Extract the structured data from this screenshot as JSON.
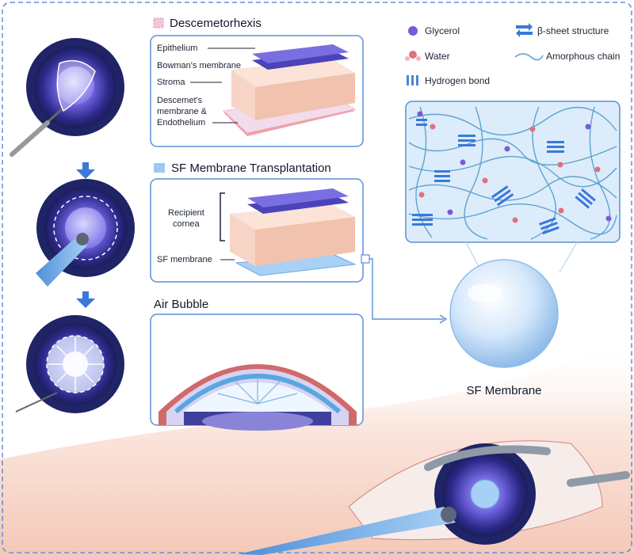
{
  "panels": {
    "descemetorhexis": {
      "title": "Descemetorhexis",
      "layers": {
        "epithelium": "Epithelium",
        "bowmans": "Bowman's membrane",
        "stroma": "Stroma",
        "descemet_line1": "Descemet's",
        "descemet_line2": "membrane &",
        "descemet_line3": "Endothelium"
      }
    },
    "transplantation": {
      "title": "SF Membrane Transplantation",
      "recipient_line1": "Recipient",
      "recipient_line2": "cornea",
      "sf_membrane": "SF membrane"
    },
    "air_bubble": {
      "title": "Air Bubble"
    }
  },
  "legend": {
    "glycerol": "Glycerol",
    "water": "Water",
    "hydrogen_bond": "Hydrogen bond",
    "beta_sheet": "β-sheet structure",
    "amorphous_chain": "Amorphous chain"
  },
  "sf_membrane_label": "SF Membrane",
  "colors": {
    "frame": "#5b8fd6",
    "accent_blue": "#3b78d8",
    "purple": "#6b5bd6",
    "stroma": "#f6d2c3",
    "skin": "#f7d9cf"
  }
}
